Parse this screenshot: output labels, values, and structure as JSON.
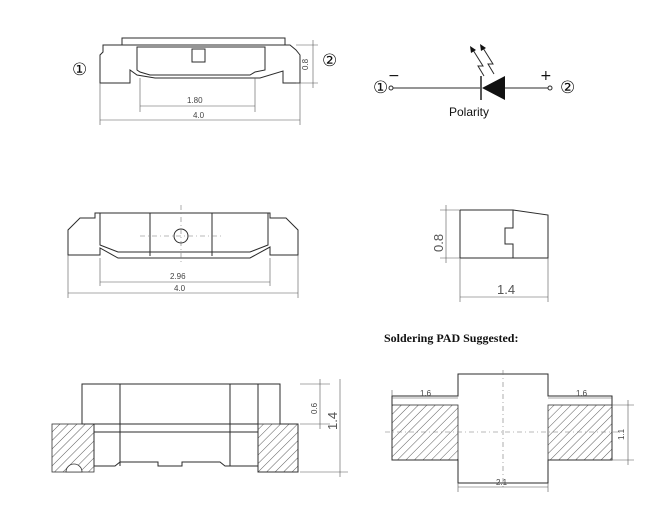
{
  "top_view": {
    "pin1": "①",
    "pin2": "②",
    "dim_inner_width": "1.80",
    "dim_total_width": "4.0",
    "dim_height": "0.8"
  },
  "polarity": {
    "pin1": "①",
    "pin2": "②",
    "minus": "−",
    "plus": "+",
    "label": "Polarity"
  },
  "bottom_view": {
    "dim_inner_width": "2.96",
    "dim_total_width": "4.0"
  },
  "side_view": {
    "dim_height": "0.8",
    "dim_width": "1.4"
  },
  "soldering": {
    "heading": "Soldering PAD Suggested:"
  },
  "front_view": {
    "dim_small": "0.6",
    "dim_height": "1.4"
  },
  "pad_layout": {
    "dim_left_pad": "1.6",
    "dim_right_pad": "1.6",
    "dim_pad_height": "1.1",
    "dim_gap": "2.1"
  }
}
